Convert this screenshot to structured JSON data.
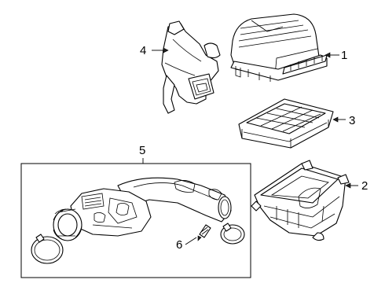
{
  "diagram": {
    "callouts": [
      {
        "id": "1",
        "label": "1"
      },
      {
        "id": "2",
        "label": "2"
      },
      {
        "id": "3",
        "label": "3"
      },
      {
        "id": "4",
        "label": "4"
      },
      {
        "id": "5",
        "label": "5"
      },
      {
        "id": "6",
        "label": "6"
      }
    ],
    "parts": [
      {
        "callout": "1",
        "kind": "air-cleaner-cover"
      },
      {
        "callout": "2",
        "kind": "air-cleaner-housing"
      },
      {
        "callout": "3",
        "kind": "air-filter-element"
      },
      {
        "callout": "4",
        "kind": "intake-duct"
      },
      {
        "callout": "5",
        "kind": "outlet-duct-assembly"
      },
      {
        "callout": "6",
        "kind": "clamp-fastener"
      }
    ],
    "line_color": "#000000",
    "background": "#ffffff"
  }
}
